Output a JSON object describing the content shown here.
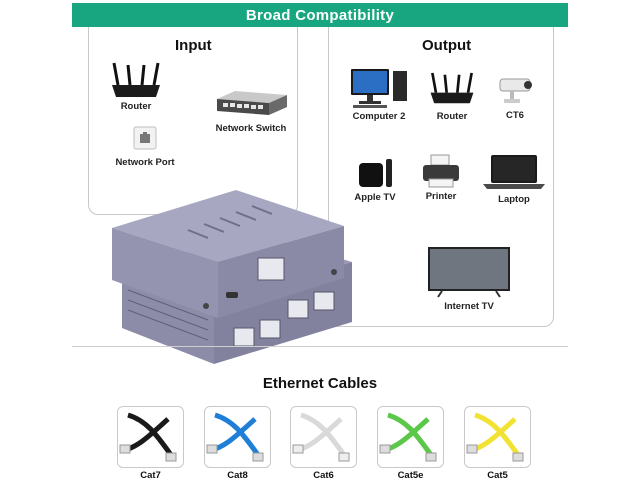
{
  "banner": {
    "title": "Broad Compatibility"
  },
  "input": {
    "title": "Input",
    "devices": [
      {
        "label": "Router",
        "icon": "router-icon"
      },
      {
        "label": "Network Switch",
        "icon": "network-switch-icon"
      },
      {
        "label": "Network Port",
        "icon": "network-port-icon"
      }
    ]
  },
  "output": {
    "title": "Output",
    "devices": [
      {
        "label": "Computer 2",
        "icon": "computer-icon"
      },
      {
        "label": "Router",
        "icon": "router-icon"
      },
      {
        "label": "CT6",
        "icon": "security-camera-icon"
      },
      {
        "label": "Apple TV",
        "icon": "apple-tv-icon"
      },
      {
        "label": "Printer",
        "icon": "printer-icon"
      },
      {
        "label": "Laptop",
        "icon": "laptop-icon"
      },
      {
        "label": "Internet TV",
        "icon": "tv-icon"
      }
    ]
  },
  "cables": {
    "title": "Ethernet Cables",
    "items": [
      {
        "label": "Cat7",
        "color": "#1a1a1a"
      },
      {
        "label": "Cat8",
        "color": "#1f7fd6"
      },
      {
        "label": "Cat6",
        "color": "#e8e8e8"
      },
      {
        "label": "Cat5e",
        "color": "#5cc84a"
      },
      {
        "label": "Cat5",
        "color": "#f2e233"
      }
    ]
  },
  "colors": {
    "accent": "#17a67f",
    "device_body": "#8a8aa8"
  }
}
